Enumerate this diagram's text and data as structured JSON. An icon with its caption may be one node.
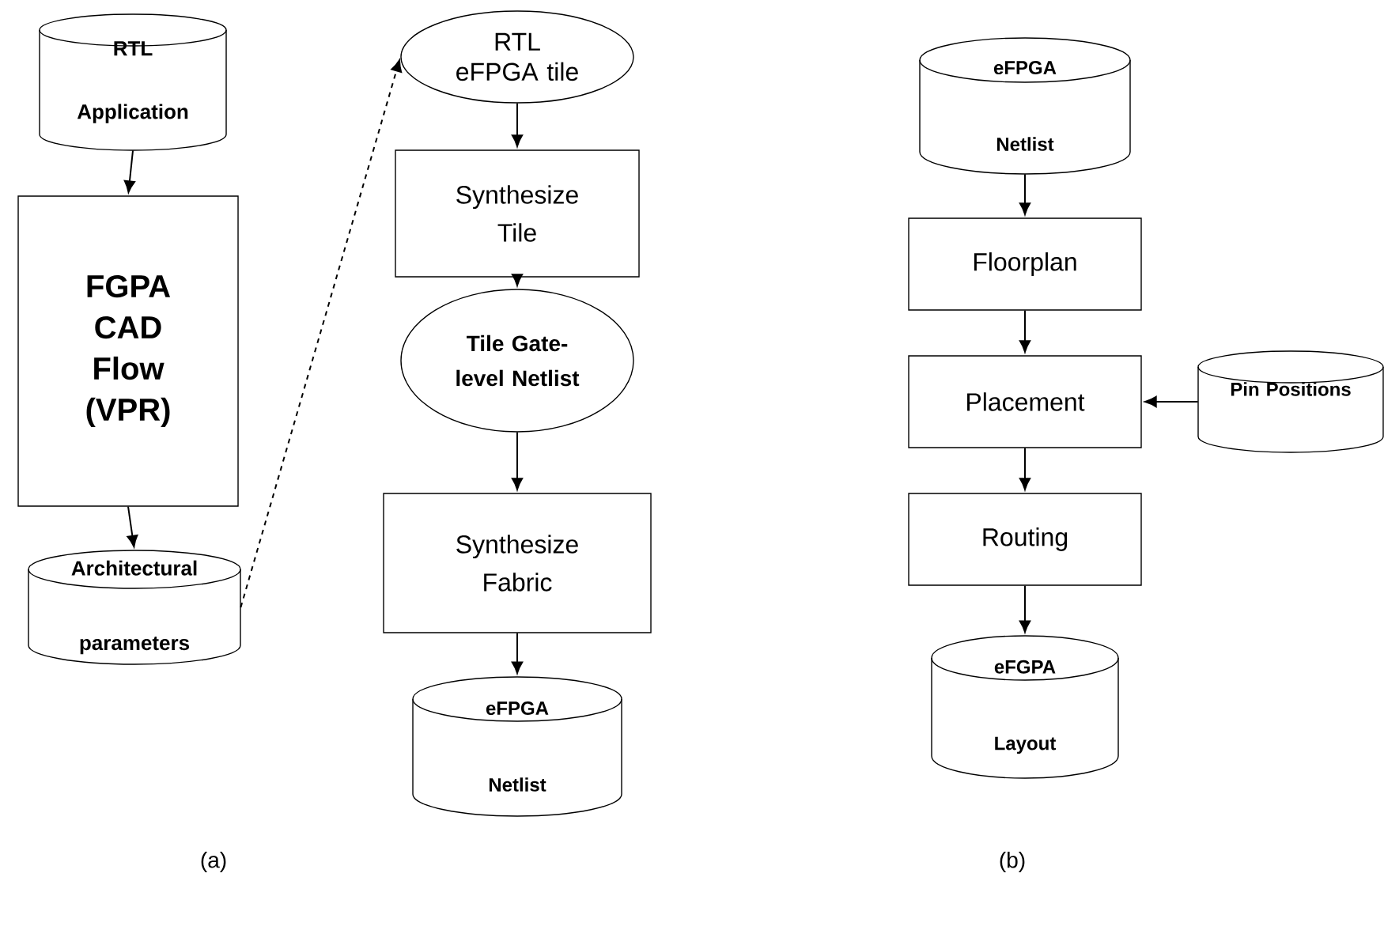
{
  "diagram": {
    "nodes": [
      {
        "text": [
          "RTL Application"
        ]
      },
      {
        "text": [
          "FGPA CAD Flow (VPR)"
        ]
      },
      {
        "text": [
          "Architectural parameters"
        ]
      },
      {
        "text": [
          "RTL eFPGA tile"
        ]
      },
      {
        "text": [
          "Synthesize Tile"
        ]
      },
      {
        "text": [
          "Tile Gate-level Netlist"
        ]
      },
      {
        "text": [
          "Synthesize Fabric"
        ]
      },
      {
        "text": [
          "eFPGA Netlist"
        ]
      },
      {
        "text": [
          "eFPGA Netlist"
        ]
      },
      {
        "text": [
          "Floorplan"
        ]
      },
      {
        "text": [
          "Placement"
        ]
      },
      {
        "text": [
          "Pin Positions"
        ]
      },
      {
        "text": [
          "Routing"
        ]
      },
      {
        "text": [
          "eFGPA Layout"
        ]
      }
    ],
    "edges": [
      {
        "from": 0,
        "to": 1,
        "arrow": "to"
      },
      {
        "from": 1,
        "to": 2,
        "arrow": "to"
      },
      {
        "from": 2,
        "to": 3,
        "arrow": "to",
        "style": "dashed"
      },
      {
        "from": 3,
        "to": 4,
        "arrow": "to"
      },
      {
        "from": 4,
        "to": 5,
        "arrow": "to"
      },
      {
        "from": 5,
        "to": 6,
        "arrow": "to"
      },
      {
        "from": 6,
        "to": 7,
        "arrow": "to"
      },
      {
        "from": 8,
        "to": 9,
        "arrow": "to"
      },
      {
        "from": 9,
        "to": 10,
        "arrow": "to"
      },
      {
        "from": 11,
        "to": 10,
        "arrow": "to"
      },
      {
        "from": 10,
        "to": 12,
        "arrow": "to"
      },
      {
        "from": 12,
        "to": 13,
        "arrow": "to"
      }
    ],
    "labels": [
      "(a)",
      "(b)"
    ]
  }
}
